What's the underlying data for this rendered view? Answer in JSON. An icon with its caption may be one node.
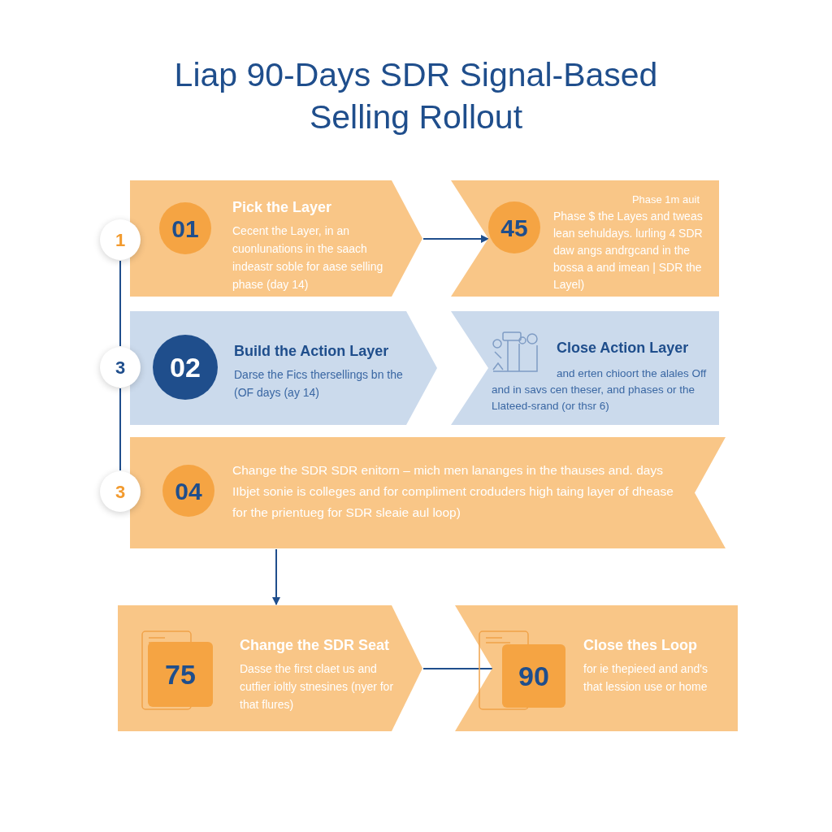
{
  "diagram": {
    "title": "Liap 90-Days SDR Signal-Based Selling Rollout",
    "nodes": [
      {
        "text": [
          "01",
          "Pick the Layer",
          "Cecent the Layer, in an cuonlunations in the saach indeastr soble for aase selling phase (day 14)"
        ]
      },
      {
        "text": [
          "45",
          "Phase 1m auit",
          "Phase $ the Layes and tweas lean sehuldays. lurling 4 SDR daw angs andrgcand in the bossa a and imean | SDR the Layel)"
        ]
      },
      {
        "text": [
          "02",
          "Build the Action Layer",
          "Darse the Fics thersellings bn the (OF days (ay 14)"
        ]
      },
      {
        "text": [
          "Close Action Layer",
          "and erten chioort the alales Off and in savs cen theser, and phases or the Llateed-srand (or thsr 6)"
        ]
      },
      {
        "text": [
          "04",
          "Change the SDR SDR enitorn – mich men lananges in the thauses and. days IIbjet sonie is colleges and for compliment croduders high taing layer of dhease for the prientueg for SDR sleaie aul loop)"
        ]
      },
      {
        "text": [
          "75",
          "Change the SDR Seat",
          "Dasse the first claet us and cutfier ioltly stnesines (nyer for that flures)"
        ]
      },
      {
        "text": [
          "90",
          "Close thes Loop",
          "for ie thepieed and and's that lession use or home"
        ]
      },
      {
        "text": [
          "1"
        ]
      },
      {
        "text": [
          "3"
        ]
      },
      {
        "text": [
          "3"
        ]
      }
    ],
    "edges": [
      {
        "from": 0,
        "to": 1,
        "arrow": "to"
      },
      {
        "from": 4,
        "to": 5,
        "arrow": "to"
      },
      {
        "from": 5,
        "to": 6,
        "arrow": "none"
      },
      {
        "from": 7,
        "to": 8,
        "arrow": "none"
      },
      {
        "from": 8,
        "to": 9,
        "arrow": "none"
      }
    ]
  }
}
